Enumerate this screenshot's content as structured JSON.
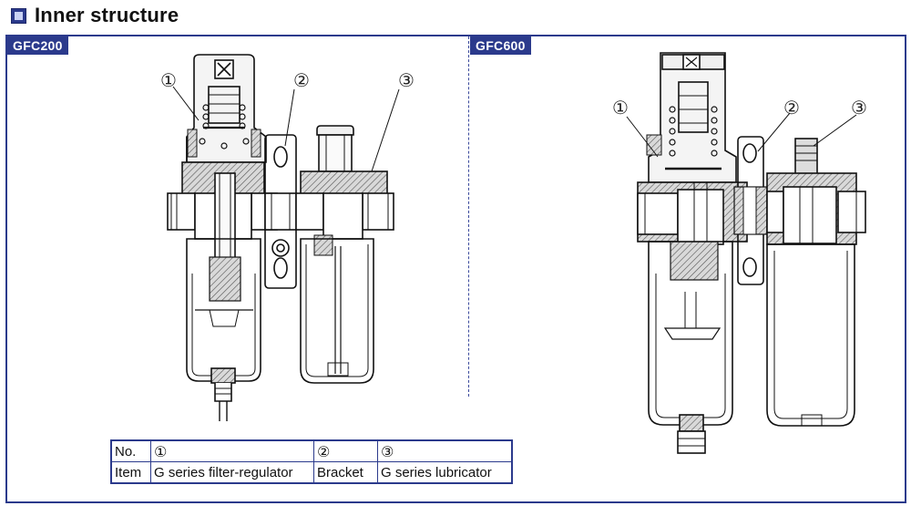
{
  "header": {
    "title": "Inner structure",
    "icon": "square-bullet-icon",
    "accent": "#2b3a8c"
  },
  "models": {
    "left": "GFC200",
    "right": "GFC600"
  },
  "callouts": {
    "one": "①",
    "two": "②",
    "three": "③"
  },
  "parts_table": {
    "row_no": {
      "label": "No.",
      "c1": "①",
      "c2": "②",
      "c3": "③"
    },
    "row_item": {
      "label": "Item",
      "c1": "G series filter-regulator",
      "c2": "Bracket",
      "c3": "G series lubricator"
    }
  }
}
